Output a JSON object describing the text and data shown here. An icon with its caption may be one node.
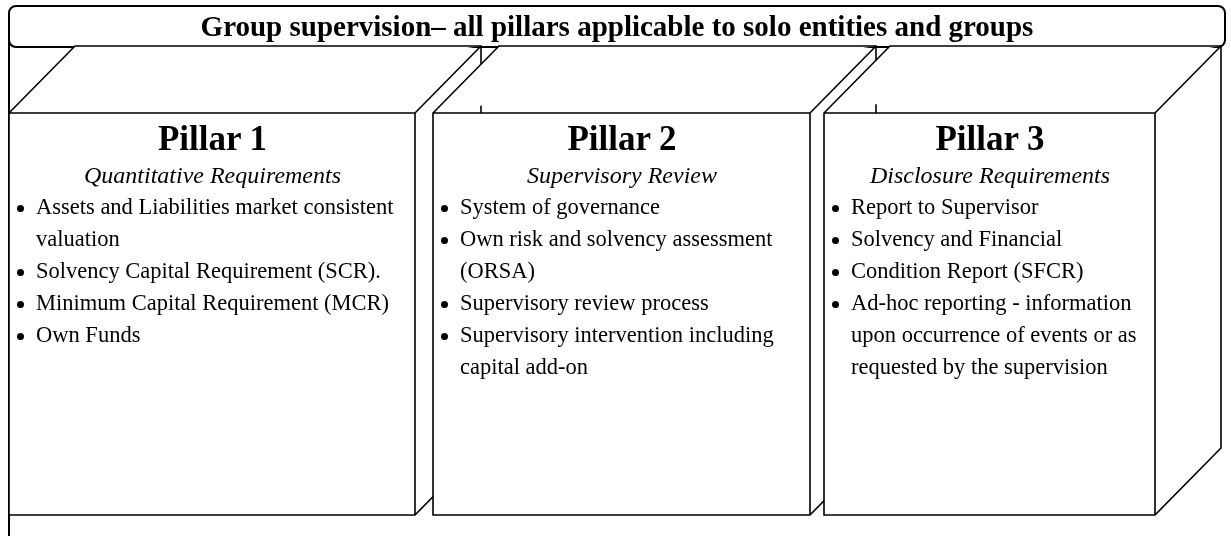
{
  "diagram": {
    "title": "Group supervision– all pillars applicable to solo entities and groups",
    "nodes": [
      {
        "text": [
          "Pillar 1",
          "Quantitative Requirements",
          "Assets and Liabilities market consistent valuation",
          "Solvency Capital Requirement (SCR).",
          "Minimum Capital Requirement (MCR)",
          "Own Funds"
        ]
      },
      {
        "text": [
          "Pillar 2",
          "Supervisory Review",
          "System of governance",
          "Own risk and solvency assessment (ORSA)",
          "Supervisory review process",
          "Supervisory intervention including capital add-on"
        ]
      },
      {
        "text": [
          "Pillar 3",
          "Disclosure Requirements",
          "Report to Supervisor",
          "Solvency and Financial",
          "Condition Report (SFCR)",
          "Ad-hoc reporting - information upon occurrence of events or as requested by the supervision"
        ]
      }
    ]
  }
}
